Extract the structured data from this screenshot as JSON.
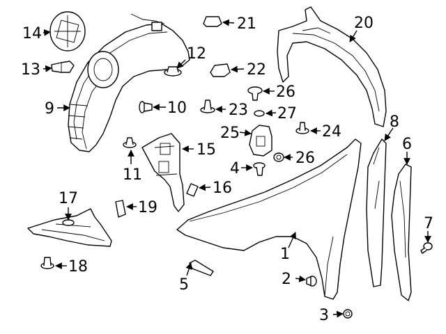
{
  "callouts": {
    "c1": "1",
    "c2": "2",
    "c3": "3",
    "c4": "4",
    "c5": "5",
    "c6": "6",
    "c7": "7",
    "c8": "8",
    "c9": "9",
    "c10": "10",
    "c11": "11",
    "c12": "12",
    "c13": "13",
    "c14": "14",
    "c15": "15",
    "c16": "16",
    "c17": "17",
    "c18": "18",
    "c19": "19",
    "c20": "20",
    "c21": "21",
    "c22": "22",
    "c23": "23",
    "c24": "24",
    "c25": "25",
    "c26a": "26",
    "c26b": "26",
    "c27": "27"
  },
  "colors": {
    "line": "#000000",
    "background": "#ffffff"
  }
}
